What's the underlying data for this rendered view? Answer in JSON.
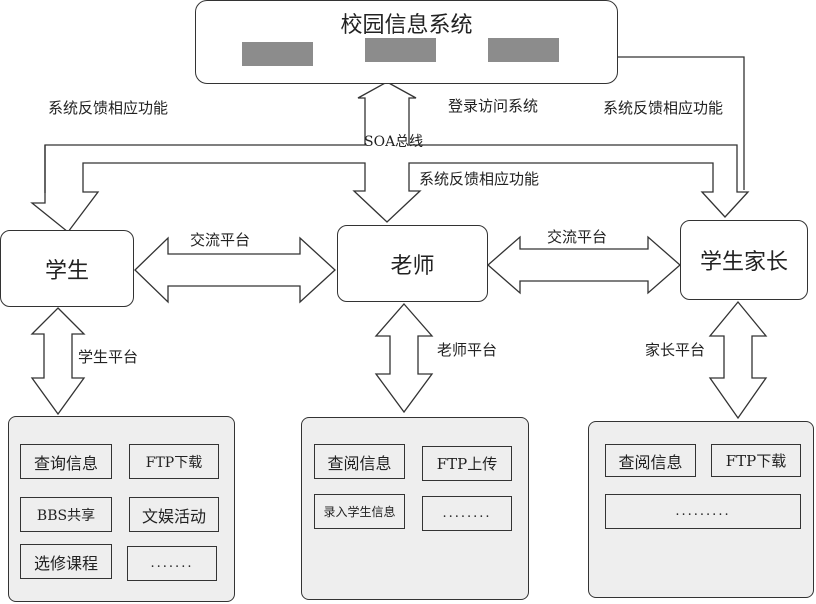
{
  "school_system": {
    "title": "校园信息系统",
    "block_color": "#8c8c8c"
  },
  "labels": {
    "feedback_left": "系统反馈相应功能",
    "login": "登录访问系统",
    "feedback_right": "系统反馈相应功能",
    "soa_bus": "SOA总线",
    "feedback_middle": "系统反馈相应功能",
    "exchange_left": "交流平台",
    "exchange_right": "交流平台",
    "student_platform": "学生平台",
    "teacher_platform": "老师平台",
    "parent_platform": "家长平台"
  },
  "roles": {
    "student": "学生",
    "teacher": "老师",
    "parent": "学生家长"
  },
  "student_panel": {
    "items": [
      "查询信息",
      "FTP下载",
      "BBS共享",
      "文娱活动",
      "选修课程",
      "......."
    ]
  },
  "teacher_panel": {
    "items": [
      "查阅信息",
      "FTP上传",
      "录入学生信息",
      "........"
    ]
  },
  "parent_panel": {
    "items": [
      "查阅信息",
      "FTP下载",
      "........."
    ]
  }
}
